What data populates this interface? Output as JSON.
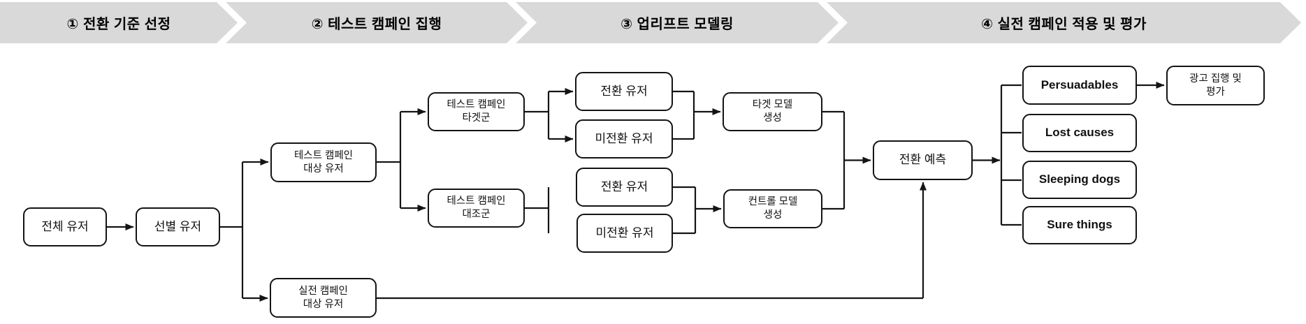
{
  "banner": {
    "bg_color": "#d9d9d9",
    "text_color": "#000000",
    "stages": [
      {
        "label": "① 전환 기준 선정"
      },
      {
        "label": "② 테스트 캠페인 집행"
      },
      {
        "label": "③ 업리프트 모델링"
      },
      {
        "label": "④ 실전 캠페인 적용 및 평가"
      }
    ]
  },
  "flow": {
    "line_color": "#141414",
    "box_bg": "#ffffff",
    "nodes": {
      "all_users": {
        "label": "전체 유저"
      },
      "selected_users": {
        "label": "선별 유저"
      },
      "test_target_users": {
        "label": "테스트 캠페인\n대상 유저"
      },
      "real_target_users": {
        "label": "실전 캠페인\n대상 유저"
      },
      "test_treatment_group": {
        "label": "테스트 캠페인\n타겟군"
      },
      "test_control_group": {
        "label": "테스트 캠페인\n대조군"
      },
      "treat_converted": {
        "label": "전환 유저"
      },
      "treat_unconverted": {
        "label": "미전환 유저"
      },
      "control_converted": {
        "label": "전환 유저"
      },
      "control_unconverted": {
        "label": "미전환 유저"
      },
      "target_model": {
        "label": "타겟 모델\n생성"
      },
      "control_model": {
        "label": "컨트롤 모델\n생성"
      },
      "conversion_prediction": {
        "label": "전환 예측"
      },
      "persuadables": {
        "label": "Persuadables"
      },
      "lost_causes": {
        "label": "Lost causes"
      },
      "sleeping_dogs": {
        "label": "Sleeping dogs"
      },
      "sure_things": {
        "label": "Sure things"
      },
      "ad_execution": {
        "label": "광고 집행 및\n평가"
      }
    }
  }
}
